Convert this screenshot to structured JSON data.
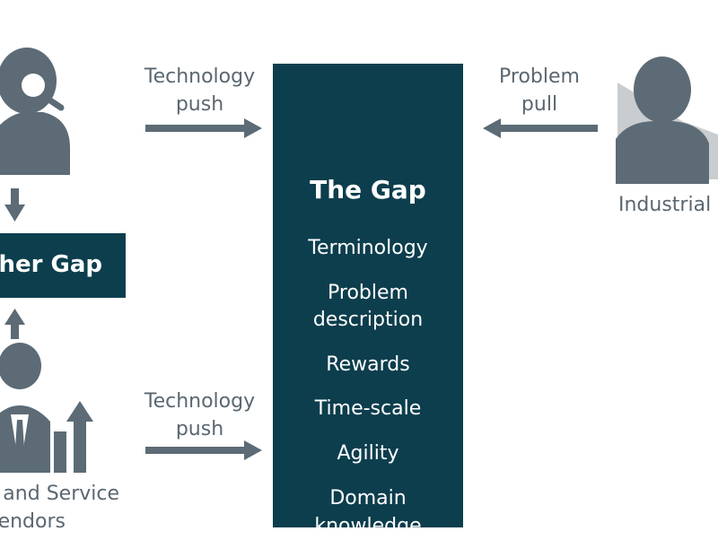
{
  "gap": {
    "title": "The Gap",
    "items": [
      "Terminology",
      "Problem",
      "description",
      "Rewards",
      "Time-scale",
      "Agility",
      "Domain",
      "knowledge"
    ]
  },
  "labels": {
    "tech_push_top_1": "Technology",
    "tech_push_top_2": "push",
    "problem_pull_1": "Problem",
    "problem_pull_2": "pull",
    "tech_push_bottom_1": "Technology",
    "tech_push_bottom_2": "push",
    "industrial": "Industrial e",
    "vendors_1": "t and Service",
    "vendors_2": "endors"
  },
  "other_gap": {
    "label": "ther Gap"
  },
  "colors": {
    "box": "#0d3e4d",
    "icon": "#5c6b75",
    "text": "#5a6770",
    "light": "#c9cdd0"
  }
}
